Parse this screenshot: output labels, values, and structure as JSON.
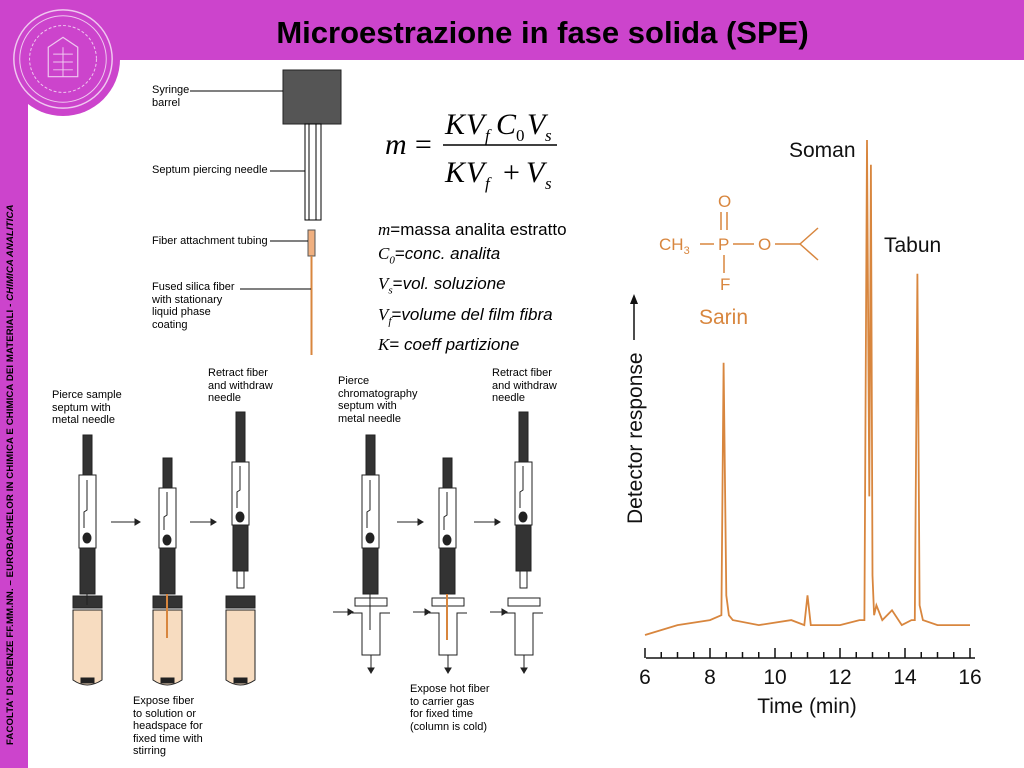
{
  "title": "Microestrazione in fase solida (SPE)",
  "side_banner": {
    "text": "FACOLTA' DI SCIENZE FF.MM.NN. – EUROBACHELOR IN CHIMICA E CHIMICA DEI MATERIALI - ",
    "emphasis": "CHIMICA ANALITICA"
  },
  "colors": {
    "accent": "#cc44cc",
    "trace": "#d8863e",
    "vial": "#f7dcc0"
  },
  "syringe_labels": [
    "Syringe\nbarrel",
    "Septum piercing needle",
    "Fiber attachment tubing",
    "Fused silica fiber\nwith stationary\nliquid phase\ncoating"
  ],
  "procedure_labels": [
    "Pierce sample\nseptum with\nmetal needle",
    "Retract fiber\nand withdraw\nneedle",
    "Pierce\nchromatography\nseptum with\nmetal needle",
    "Retract fiber\nand withdraw\nneedle",
    "Expose fiber\nto solution or\nheadspace for\nfixed time with\nstirring",
    "Expose hot fiber\nto carrier gas\nfor fixed time\n(column is cold)"
  ],
  "formula": {
    "lhs": "m",
    "equals": "=",
    "numerator": [
      "K",
      "V",
      "f",
      "C",
      "0",
      "V",
      "s"
    ],
    "denominator": [
      "K",
      "V",
      "f",
      "+",
      "V",
      "s"
    ]
  },
  "legend": [
    {
      "sym": "m",
      "sub": "",
      "desc": "massa analita estratto",
      "italic": false
    },
    {
      "sym": "C",
      "sub": "0",
      "desc": "conc. analita",
      "italic": true
    },
    {
      "sym": "V",
      "sub": "s",
      "desc": "vol. soluzione",
      "italic": true
    },
    {
      "sym": "V",
      "sub": "f",
      "desc": "volume del film fibra",
      "italic": true
    },
    {
      "sym": "K",
      "sub": "",
      "desc": " coeff partizione",
      "italic": true
    }
  ],
  "chromatogram": {
    "structure": {
      "o": "O",
      "ch3": "CH",
      "ch3_sub": "3",
      "p": "P",
      "o2": "O",
      "f": "F"
    },
    "peak_labels": [
      "Sarin",
      "Soman",
      "Tabun"
    ],
    "ylabel": "Detector response",
    "xlabel": "Time (min)",
    "xticks": [
      "6",
      "8",
      "10",
      "12",
      "14",
      "16"
    ]
  },
  "chart_data": {
    "type": "line",
    "title": "",
    "xlabel": "Time (min)",
    "ylabel": "Detector response",
    "xlim": [
      6,
      16
    ],
    "ylim": [
      0,
      1
    ],
    "grid": false,
    "x": [
      6.0,
      7.0,
      8.0,
      8.35,
      8.42,
      8.5,
      8.58,
      8.7,
      9.5,
      10.5,
      10.9,
      11.0,
      11.1,
      12.0,
      12.6,
      12.75,
      12.83,
      12.9,
      12.95,
      13.0,
      13.05,
      13.12,
      13.3,
      13.6,
      13.9,
      14.2,
      14.3,
      14.38,
      14.45,
      14.55,
      15.0,
      16.0
    ],
    "y": [
      0.0,
      0.02,
      0.03,
      0.04,
      0.55,
      0.08,
      0.04,
      0.03,
      0.02,
      0.03,
      0.02,
      0.08,
      0.02,
      0.02,
      0.03,
      0.03,
      1.0,
      0.28,
      0.95,
      0.12,
      0.04,
      0.06,
      0.03,
      0.05,
      0.02,
      0.03,
      0.03,
      0.73,
      0.06,
      0.03,
      0.02,
      0.02
    ],
    "peaks": [
      {
        "name": "Sarin",
        "time": 8.42
      },
      {
        "name": "Soman",
        "time": 12.83
      },
      {
        "name": "Tabun",
        "time": 14.38
      }
    ]
  }
}
